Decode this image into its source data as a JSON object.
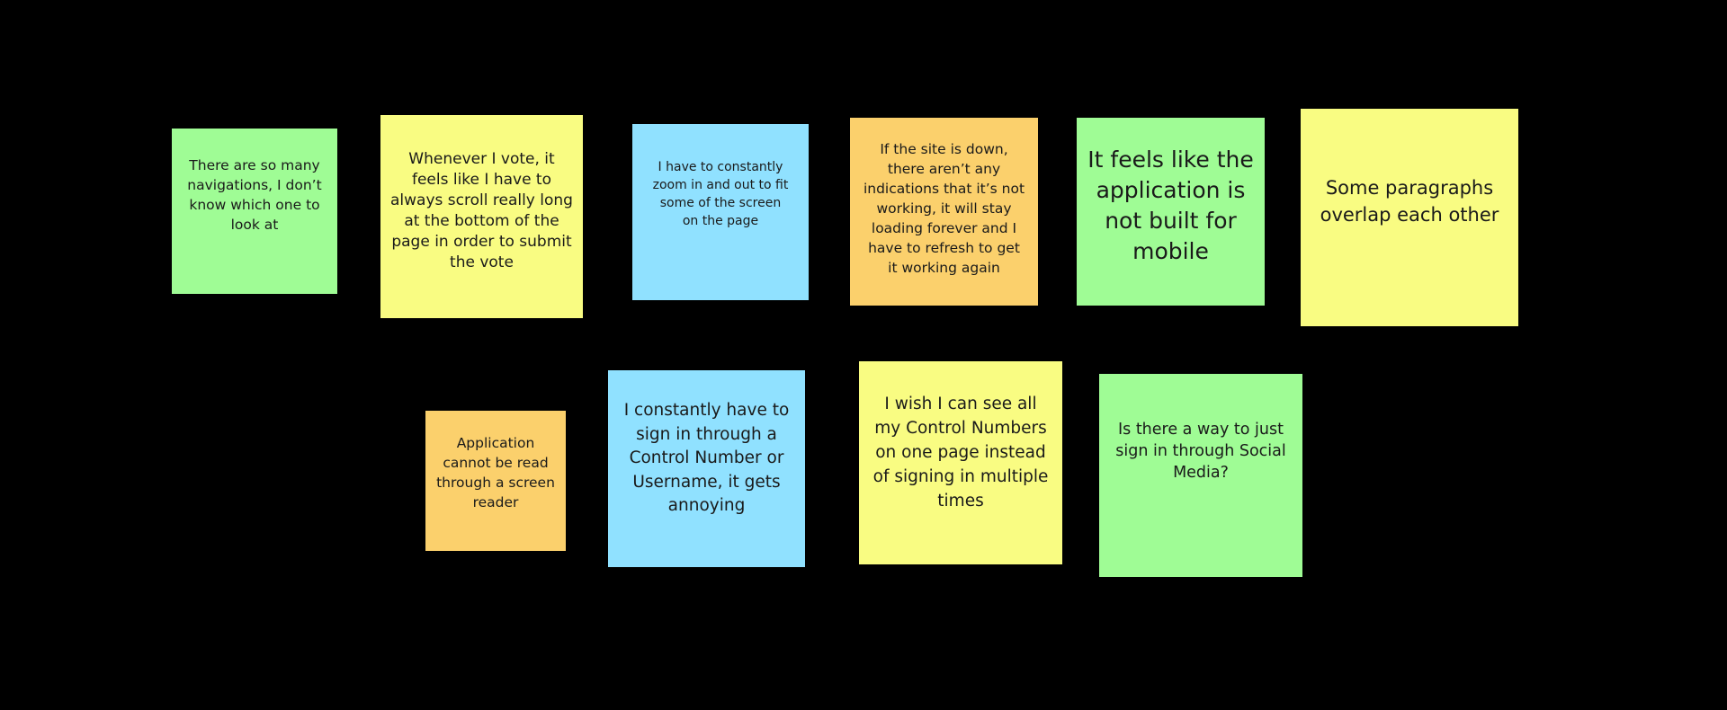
{
  "board": {
    "background": "#000000",
    "notes": [
      {
        "text": "There are so many navigations, I don’t know which one to look at",
        "color": "#9ffc95"
      },
      {
        "text": "Whenever I vote, it feels like I have to always scroll really long at the bottom of the page in order to submit the vote",
        "color": "#f9fc82"
      },
      {
        "text": "I have to constantly zoom in and out to fit some of the screen on the page",
        "color": "#90e1ff"
      },
      {
        "text": "If the site is down, there aren’t any indications that it’s not working, it will stay loading forever and I have to refresh to get it working again",
        "color": "#fbd06c"
      },
      {
        "text": "It feels like the application is not built for mobile",
        "color": "#9ffc95"
      },
      {
        "text": "Some paragraphs overlap each other",
        "color": "#f9fc82"
      },
      {
        "text": "Application cannot be read through a screen reader",
        "color": "#fbd06c"
      },
      {
        "text": "I constantly have to sign in through a Control Number or Username, it gets annoying",
        "color": "#90e1ff"
      },
      {
        "text": "I wish I can see all my Control Numbers on one page instead of signing in multiple times",
        "color": "#f9fc82"
      },
      {
        "text": "Is there a way to just sign in through Social Media?",
        "color": "#9ffc95"
      }
    ]
  }
}
